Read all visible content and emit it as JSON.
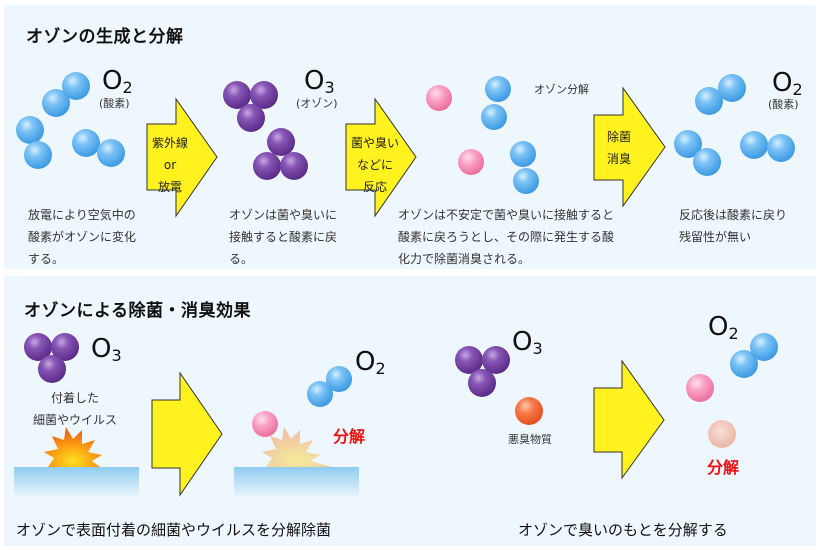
{
  "section1": {
    "title": "オゾンの生成と分解",
    "o2_label": "O",
    "o2_sub": "2",
    "o2_name": "(酸素)",
    "o3_label": "O",
    "o3_sub": "3",
    "o3_name": "(オゾン)",
    "decomp_label": "オゾン分解",
    "o2b_label": "O",
    "o2b_sub": "2",
    "o2b_name": "(酸素)",
    "arrows": [
      {
        "label": "紫外線\nor\n放電"
      },
      {
        "label": "菌や臭い\nなどに\n反応"
      },
      {
        "label": "除菌\n消臭"
      }
    ],
    "descriptions": [
      "放電により空気中の\n酸素がオゾンに変化\nする。",
      "オゾンは菌や臭いに\n接触すると酸素に戻\nる。",
      "オゾンは不安定で菌や臭いに接触すると\n酸素に戻ろうとし、その際に発生する酸\n化力で除菌消臭される。",
      "反応後は酸素に戻り\n残留性が無い"
    ]
  },
  "section2": {
    "title": "オゾンによる除菌・消臭効果",
    "left": {
      "o3_label": "O",
      "o3_sub": "3",
      "bacteria_label": "付着した\n細菌やウイルス",
      "o2_label": "O",
      "o2_sub": "2",
      "decomposed": "分解",
      "caption": "オゾンで表面付着の細菌やウイルスを分解除菌"
    },
    "right": {
      "o3_label": "O",
      "o3_sub": "3",
      "odor_label": "悪臭物質",
      "o2_label": "O",
      "o2_sub": "2",
      "decomposed": "分解",
      "caption": "オゾンで臭いのもとを分解する"
    }
  },
  "colors": {
    "panel_bg": "#eef7fd",
    "oxygen": "#3fa2ea",
    "ozone": "#6a3a98",
    "reacted": "#f07aa6",
    "odor": "#f0602a",
    "arrow": "#fff21e",
    "decomposed_text": "#ee1111"
  }
}
